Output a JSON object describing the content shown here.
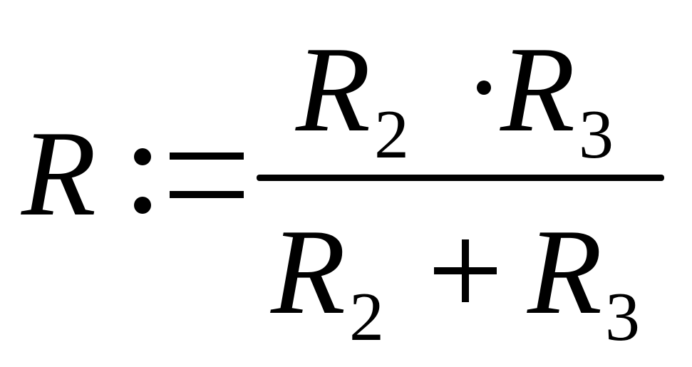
{
  "formula": {
    "lhs": "R",
    "assign_operator": ":=",
    "numerator": {
      "term1": {
        "base": "R",
        "subscript": "2"
      },
      "operator": "·",
      "term2": {
        "base": "R",
        "subscript": "3"
      }
    },
    "denominator": {
      "term1": {
        "base": "R",
        "subscript": "2"
      },
      "operator": "+",
      "term2": {
        "base": "R",
        "subscript": "3"
      }
    }
  }
}
